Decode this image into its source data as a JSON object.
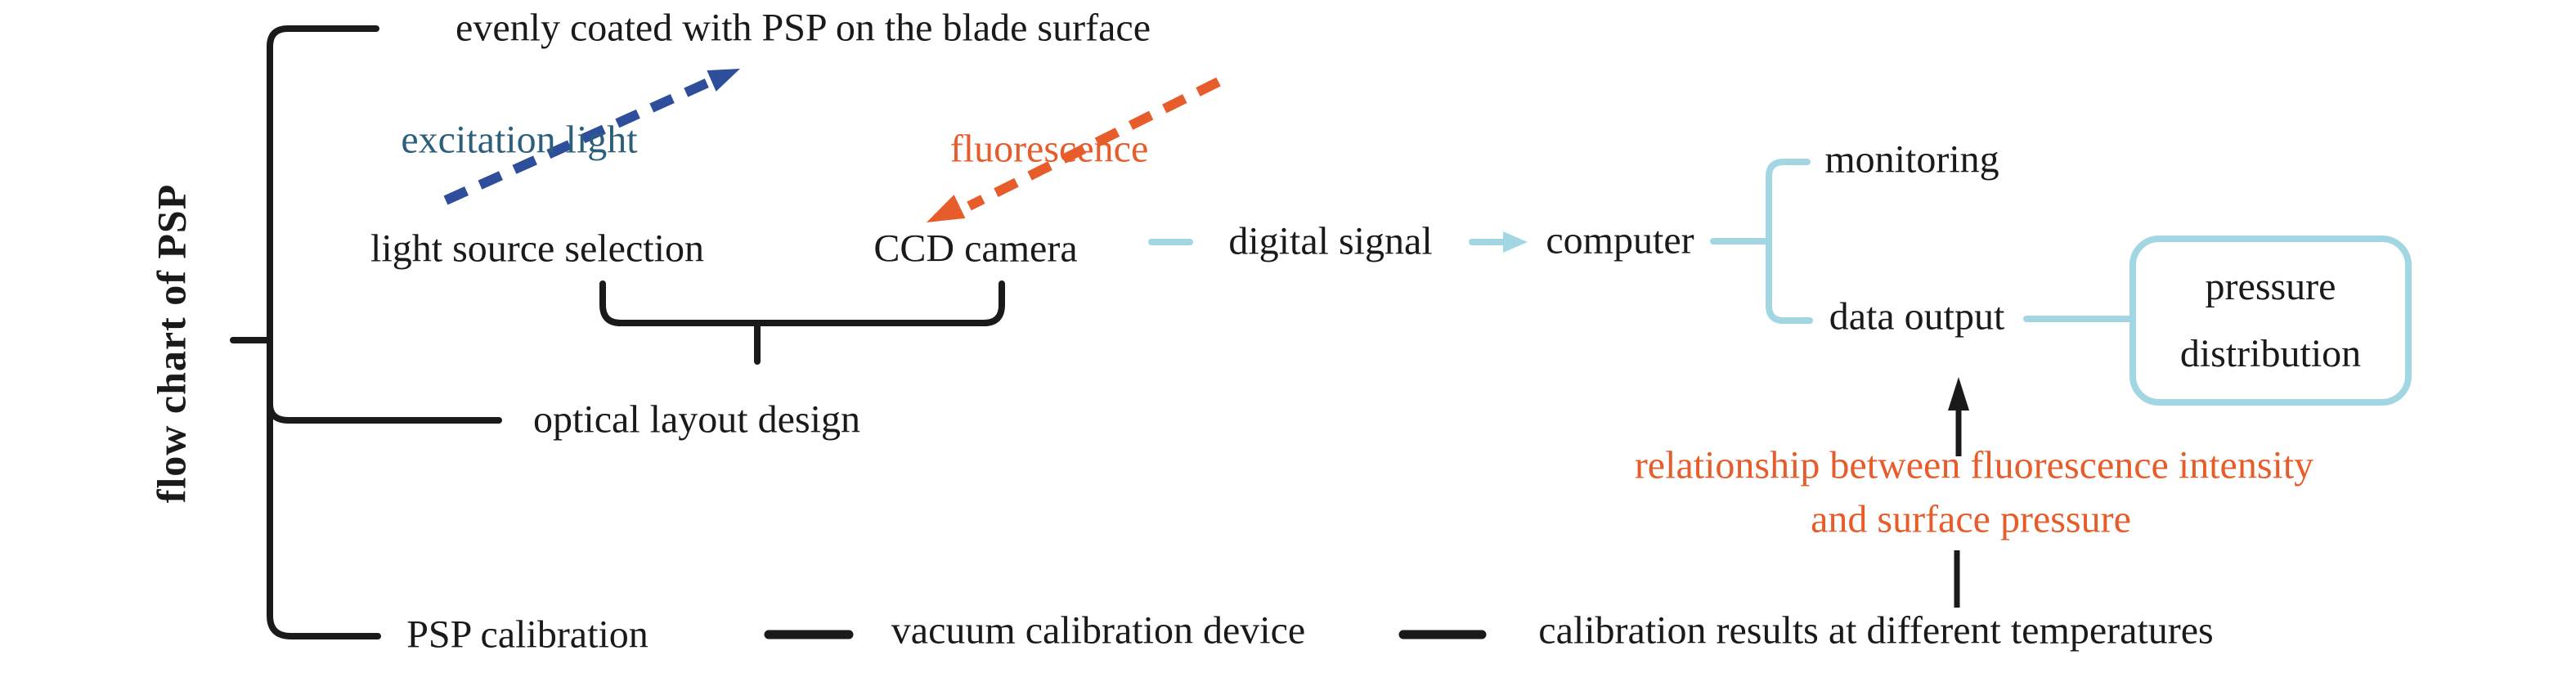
{
  "palette": {
    "black": "#1a1a1a",
    "orange": "#e75c2b",
    "royal_blue": "#2e4e9c",
    "teal_blue": "#2d5f7c",
    "light_blue": "#a3d6e3"
  },
  "diagram": {
    "title": "flow chart of PSP",
    "branch_coating": "evenly coated with PSP on the blade surface",
    "branch_optical": "optical layout design",
    "branch_calibration": "PSP calibration",
    "excitation_light": "excitation light",
    "fluorescence": "fluorescence",
    "light_source": "light source selection",
    "ccd_camera": "CCD camera",
    "digital_signal": "digital signal",
    "computer": "computer",
    "monitoring": "monitoring",
    "data_output": "data output",
    "pressure_line1": "pressure",
    "pressure_line2": "distribution",
    "relationship_line1": "relationship between fluorescence intensity",
    "relationship_line2": "and surface pressure",
    "vacuum_device": "vacuum calibration device",
    "calibration_results": "calibration results at different temperatures"
  }
}
